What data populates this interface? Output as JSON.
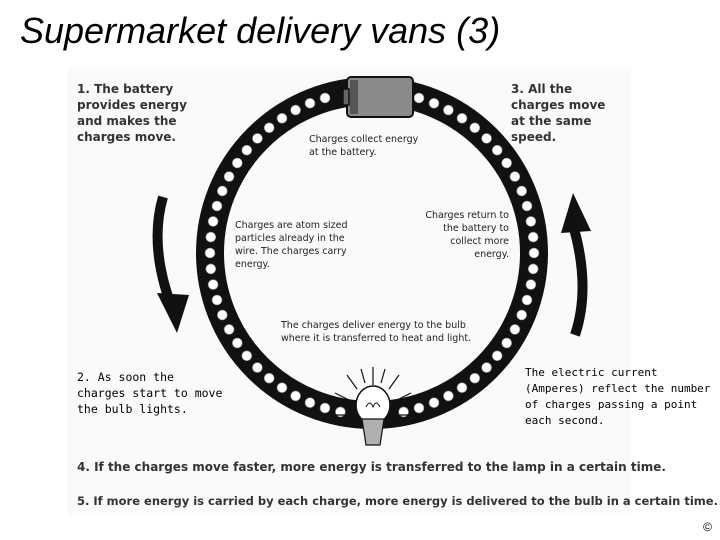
{
  "title": "Supermarket delivery vans (3)",
  "notes": {
    "step1": "1. The battery provides energy and makes the charges move.",
    "step2": "2. As soon the charges start to move the bulb lights.",
    "step3": "3. All the charges move at the same speed.",
    "step4": "4. If the charges move faster, more energy is transferred to the lamp in a certain time.",
    "step5": "5. If more energy is carried by each charge, more energy is delivered to the bulb in a certain time."
  },
  "labels": {
    "collect": "Charges collect energy at the battery.",
    "atoms": "Charges are atom sized particles already in the wire. The charges carry energy.",
    "return": "Charges return to the battery to collect more energy.",
    "deliver": "The charges deliver energy to the bulb where it is transferred to heat and light.",
    "current": "The electric current (Amperes) reflect the number of charges passing a point each second."
  },
  "copyright": "©",
  "icons": {
    "battery": "battery-icon",
    "bulb": "bulb-icon",
    "left_arrow": "arrow-down-icon",
    "right_arrow": "arrow-up-icon"
  },
  "colors": {
    "ring": "#111111",
    "charges": "#ffffff",
    "battery": "#888888"
  }
}
